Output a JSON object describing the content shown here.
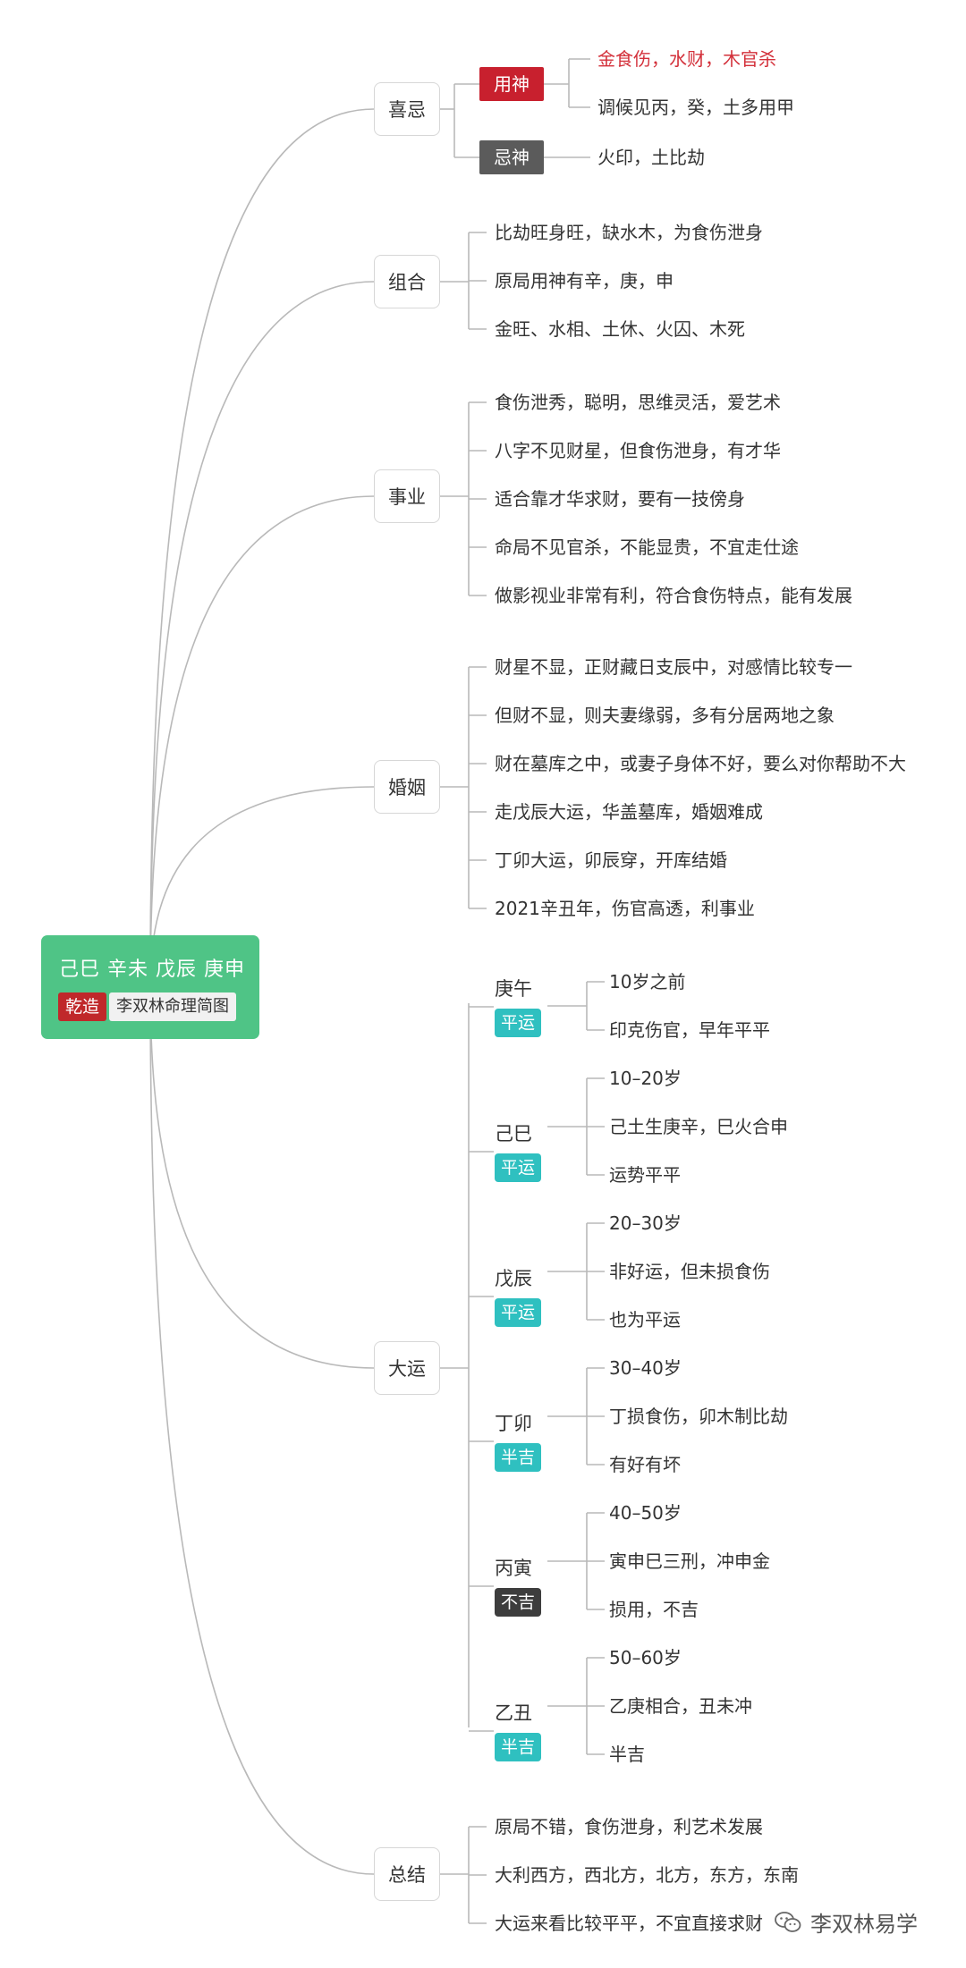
{
  "root": {
    "title": "己巳 辛未 戊辰 庚申",
    "tag_gender": "乾造",
    "tag_name": "李双林命理简图",
    "color": "#4fc486"
  },
  "sections": {
    "xiji": {
      "label": "喜忌",
      "yongshen": {
        "label": "用神",
        "items": [
          "金食伤，水财，木官杀",
          "调候见丙，癸，土多用甲"
        ]
      },
      "jishen": {
        "label": "忌神",
        "items": [
          "火印，土比劫"
        ]
      }
    },
    "zuhe": {
      "label": "组合",
      "items": [
        "比劫旺身旺，缺水木，为食伤泄身",
        "原局用神有辛，庚，申",
        "金旺、水相、土休、火囚、木死"
      ]
    },
    "shiye": {
      "label": "事业",
      "items": [
        "食伤泄秀，聪明，思维灵活，爱艺术",
        "八字不见财星，但食伤泄身，有才华",
        "适合靠才华求财，要有一技傍身",
        "命局不见官杀，不能显贵，不宜走仕途",
        "做影视业非常有利，符合食伤特点，能有发展"
      ]
    },
    "hunyin": {
      "label": "婚姻",
      "items": [
        "财星不显，正财藏日支辰中，对感情比较专一",
        "但财不显，则夫妻缘弱，多有分居两地之象",
        "财在墓库之中，或妻子身体不好，要么对你帮助不大",
        "走戊辰大运，华盖墓库，婚姻难成",
        "丁卯大运，卯辰穿，开库结婚",
        "2021辛丑年，伤官高透，利事业"
      ]
    },
    "dayun": {
      "label": "大运",
      "periods": [
        {
          "name": "庚午",
          "badge": "平运",
          "items": [
            "10岁之前",
            "印克伤官，早年平平"
          ]
        },
        {
          "name": "己巳",
          "badge": "平运",
          "items": [
            "10–20岁",
            "己土生庚辛，巳火合申",
            "运势平平"
          ]
        },
        {
          "name": "戊辰",
          "badge": "平运",
          "items": [
            "20–30岁",
            "非好运，但未损食伤",
            "也为平运"
          ]
        },
        {
          "name": "丁卯",
          "badge": "半吉",
          "items": [
            "30–40岁",
            "丁损食伤，卯木制比劫",
            "有好有坏"
          ]
        },
        {
          "name": "丙寅",
          "badge": "不吉",
          "items": [
            "40–50岁",
            "寅申巳三刑，冲申金",
            "损用，不吉"
          ]
        },
        {
          "name": "乙丑",
          "badge": "半吉",
          "items": [
            "50–60岁",
            "乙庚相合，丑未冲",
            "半吉"
          ]
        }
      ]
    },
    "zongjie": {
      "label": "总结",
      "items": [
        "原局不错，食伤泄身，利艺术发展",
        "大利西方，西北方，北方，东方，东南",
        "大运来看比较平平，不宜直接求财"
      ]
    }
  },
  "watermark": {
    "text": "李双林易学",
    "icon": "wechat-icon"
  },
  "colors": {
    "yongshen": "#c8202e",
    "jishen": "#5b5b5b",
    "badge_teal": "#2fc0c0",
    "badge_dark": "#3d3d3d",
    "accent_red_text": "#d3303a",
    "line": "#b9b9b9"
  }
}
